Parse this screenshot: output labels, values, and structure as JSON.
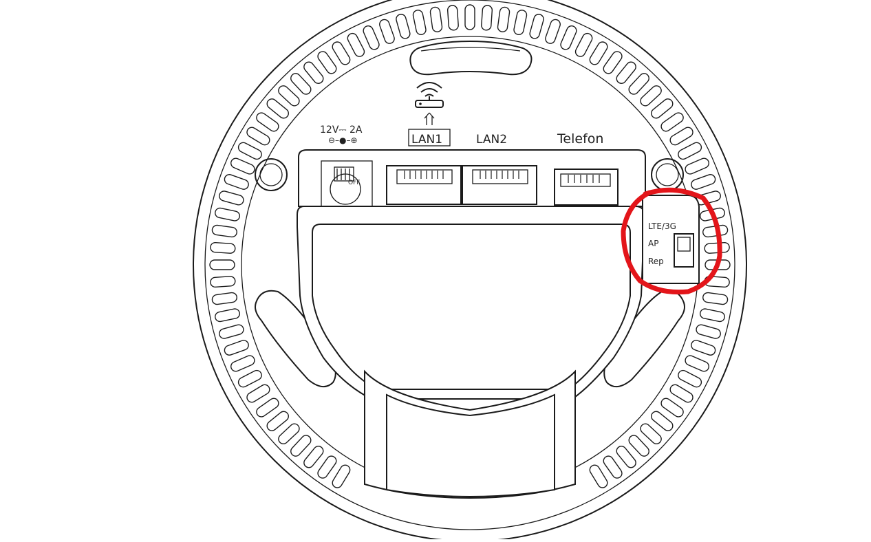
{
  "diagram": {
    "power_label": "12V⎓ 2A",
    "power_polarity": "⊖–●–⊕",
    "switch_text": "OFF",
    "ports": [
      "LAN1",
      "LAN2",
      "Telefon"
    ],
    "wifi_icon": "router-wifi-icon",
    "mode_switch": {
      "options": [
        "LTE/3G",
        "AP",
        "Rep"
      ]
    },
    "highlight_color": "#e3151a",
    "line_color": "#1a1a1a"
  }
}
